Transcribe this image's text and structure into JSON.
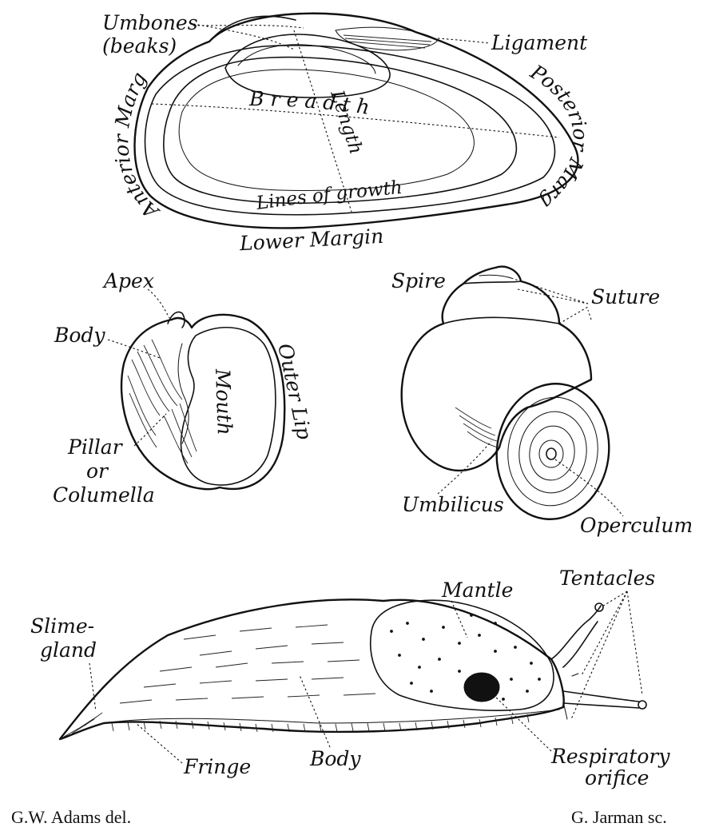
{
  "mussel": {
    "umbones": "Umbones",
    "umbones_alt": "(beaks)",
    "ligament": "Ligament",
    "posterior_margin": "Posterior Margin",
    "anterior_margin": "Anterior Margin",
    "breadth": "B r e a d t h",
    "length": "Length",
    "lines_of_growth": "Lines of growth",
    "lower_margin": "Lower Margin"
  },
  "whelk_shell": {
    "apex": "Apex",
    "body": "Body",
    "mouth": "Mouth",
    "outer_lip": "Outer Lip",
    "pillar_line1": "Pillar",
    "pillar_line2": "or",
    "pillar_line3": "Columella"
  },
  "snail_shell": {
    "spire": "Spire",
    "suture": "Suture",
    "umbilicus": "Umbilicus",
    "operculum": "Operculum"
  },
  "slug": {
    "mantle": "Mantle",
    "tentacles": "Tentacles",
    "slime_gland_line1": "Slime-",
    "slime_gland_line2": "gland",
    "fringe": "Fringe",
    "body": "Body",
    "respiratory_line1": "Respiratory",
    "respiratory_line2": "orifice"
  },
  "credits": {
    "delineator": "G.W. Adams del.",
    "engraver": "G. Jarman sc."
  }
}
